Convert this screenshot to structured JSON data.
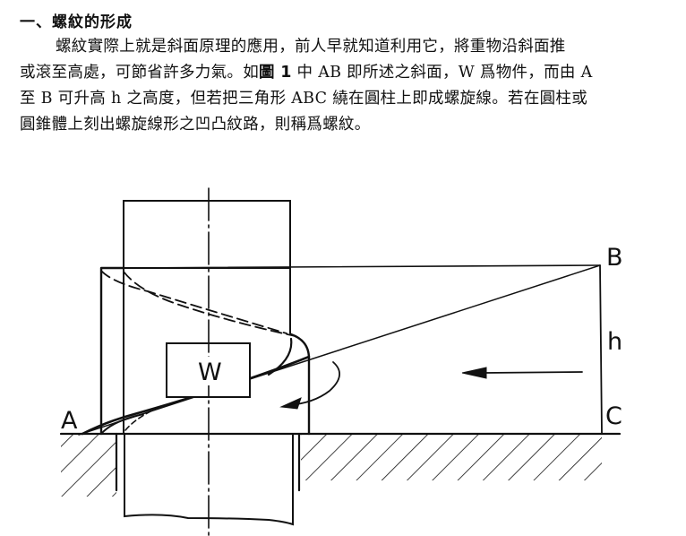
{
  "section": {
    "heading": "一、螺紋的形成"
  },
  "paragraph": {
    "line1": "螺紋實際上就是斜面原理的應用，前人早就知道利用它，將重物沿斜面推",
    "line2_a": "或滾至高處，可節省許多力氣。如",
    "line2_ref": "圖 1",
    "line2_b": " 中 AB 即所述之斜面，W 爲物件，而由 A",
    "line3": "至 B 可升高 h 之高度，但若把三角形 ABC 繞在圓柱上即成螺旋線。若在圓柱或",
    "line4": "圓錐體上刻出螺旋線形之凹凸紋路，則稱爲螺紋。"
  },
  "figure": {
    "labels": {
      "A": "A",
      "B": "B",
      "C": "C",
      "h": "h",
      "W": "W"
    },
    "colors": {
      "ink": "#111111",
      "background": "#ffffff"
    }
  }
}
